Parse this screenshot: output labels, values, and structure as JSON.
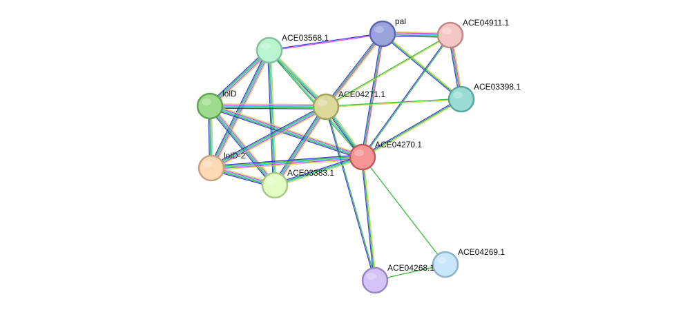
{
  "network": {
    "nodes": [
      {
        "id": "pal",
        "label": "pal",
        "fill": "#9aa3dc",
        "stroke": "#5a64b0"
      },
      {
        "id": "ACE04911.1",
        "label": "ACE04911.1",
        "fill": "#f4c7c7",
        "stroke": "#c08787"
      },
      {
        "id": "ACE03568.1",
        "label": "ACE03568.1",
        "fill": "#b9f3cf",
        "stroke": "#7fc19a"
      },
      {
        "id": "lolD",
        "label": "lolD",
        "fill": "#9edb8e",
        "stroke": "#5ea64e"
      },
      {
        "id": "ACE04271.1",
        "label": "ACE04271.1",
        "fill": "#dcd99a",
        "stroke": "#a3a15c"
      },
      {
        "id": "ACE03398.1",
        "label": "ACE03398.1",
        "fill": "#9adcd4",
        "stroke": "#58a89f"
      },
      {
        "id": "ACE04270.1",
        "label": "ACE04270.1",
        "fill": "#f59595",
        "stroke": "#c05a5a"
      },
      {
        "id": "lolD-2",
        "label": "lolD-2",
        "fill": "#fdd9b5",
        "stroke": "#c7a27c"
      },
      {
        "id": "ACE03383.1",
        "label": "ACE03383.1",
        "fill": "#e2fcc4",
        "stroke": "#a6c787"
      },
      {
        "id": "ACE04269.1",
        "label": "ACE04269.1",
        "fill": "#c8e7fb",
        "stroke": "#8cb2c9"
      },
      {
        "id": "ACE04268.1",
        "label": "ACE04268.1",
        "fill": "#d3c4f5",
        "stroke": "#9887c4"
      }
    ],
    "edge_colors": {
      "text_mining": "#c8d64a",
      "coexpression": "#000000",
      "experiments": "#d23ad2",
      "databases": "#33b8e6",
      "neighborhood": "#21b521",
      "cooccurrence": "#2a2ae0"
    },
    "edges": [
      {
        "a": "pal",
        "b": "ACE04911.1",
        "types": [
          "text_mining",
          "experiments",
          "databases",
          "neighborhood",
          "cooccurrence"
        ]
      },
      {
        "a": "pal",
        "b": "ACE03568.1",
        "types": [
          "experiments",
          "cooccurrence"
        ]
      },
      {
        "a": "pal",
        "b": "ACE04271.1",
        "types": [
          "text_mining",
          "experiments",
          "neighborhood",
          "cooccurrence"
        ]
      },
      {
        "a": "pal",
        "b": "ACE03398.1",
        "types": [
          "text_mining",
          "neighborhood",
          "cooccurrence"
        ]
      },
      {
        "a": "pal",
        "b": "ACE04270.1",
        "types": [
          "experiments",
          "neighborhood",
          "cooccurrence"
        ]
      },
      {
        "a": "ACE04911.1",
        "b": "ACE03398.1",
        "types": [
          "text_mining",
          "experiments",
          "neighborhood",
          "cooccurrence"
        ]
      },
      {
        "a": "ACE04911.1",
        "b": "ACE04271.1",
        "types": [
          "text_mining",
          "neighborhood"
        ]
      },
      {
        "a": "ACE04911.1",
        "b": "ACE04270.1",
        "types": [
          "neighborhood",
          "cooccurrence"
        ]
      },
      {
        "a": "ACE03398.1",
        "b": "ACE04271.1",
        "types": [
          "text_mining",
          "neighborhood"
        ]
      },
      {
        "a": "ACE03398.1",
        "b": "ACE04270.1",
        "types": [
          "text_mining",
          "neighborhood",
          "cooccurrence"
        ]
      },
      {
        "a": "ACE03568.1",
        "b": "lolD",
        "types": [
          "text_mining",
          "experiments",
          "databases",
          "neighborhood",
          "cooccurrence"
        ]
      },
      {
        "a": "ACE03568.1",
        "b": "ACE04271.1",
        "types": [
          "text_mining",
          "databases",
          "neighborhood",
          "cooccurrence"
        ]
      },
      {
        "a": "ACE03568.1",
        "b": "ACE04270.1",
        "types": [
          "text_mining",
          "databases",
          "neighborhood"
        ]
      },
      {
        "a": "ACE03568.1",
        "b": "lolD-2",
        "types": [
          "text_mining",
          "experiments",
          "databases",
          "neighborhood",
          "cooccurrence"
        ]
      },
      {
        "a": "ACE03568.1",
        "b": "ACE03383.1",
        "types": [
          "text_mining",
          "databases",
          "neighborhood",
          "cooccurrence"
        ]
      },
      {
        "a": "lolD",
        "b": "ACE04271.1",
        "types": [
          "text_mining",
          "experiments",
          "databases",
          "neighborhood",
          "cooccurrence"
        ]
      },
      {
        "a": "lolD",
        "b": "ACE04270.1",
        "types": [
          "text_mining",
          "experiments",
          "databases",
          "neighborhood",
          "cooccurrence"
        ]
      },
      {
        "a": "lolD",
        "b": "lolD-2",
        "types": [
          "text_mining",
          "databases",
          "neighborhood",
          "cooccurrence"
        ]
      },
      {
        "a": "lolD",
        "b": "ACE03383.1",
        "types": [
          "text_mining",
          "experiments",
          "databases",
          "neighborhood",
          "cooccurrence"
        ]
      },
      {
        "a": "ACE04271.1",
        "b": "ACE04270.1",
        "types": [
          "text_mining",
          "databases",
          "neighborhood",
          "cooccurrence"
        ]
      },
      {
        "a": "ACE04271.1",
        "b": "lolD-2",
        "types": [
          "text_mining",
          "experiments",
          "databases",
          "neighborhood",
          "cooccurrence"
        ]
      },
      {
        "a": "ACE04271.1",
        "b": "ACE03383.1",
        "types": [
          "text_mining",
          "experiments",
          "databases",
          "neighborhood",
          "cooccurrence"
        ]
      },
      {
        "a": "ACE04271.1",
        "b": "ACE04268.1",
        "types": [
          "neighborhood",
          "cooccurrence"
        ]
      },
      {
        "a": "ACE04270.1",
        "b": "lolD-2",
        "types": [
          "text_mining",
          "experiments",
          "databases",
          "neighborhood",
          "cooccurrence"
        ]
      },
      {
        "a": "ACE04270.1",
        "b": "ACE03383.1",
        "types": [
          "text_mining",
          "databases",
          "neighborhood",
          "cooccurrence"
        ]
      },
      {
        "a": "ACE04270.1",
        "b": "ACE04268.1",
        "types": [
          "text_mining",
          "neighborhood",
          "cooccurrence"
        ]
      },
      {
        "a": "ACE04270.1",
        "b": "ACE04269.1",
        "types": [
          "neighborhood"
        ]
      },
      {
        "a": "lolD-2",
        "b": "ACE03383.1",
        "types": [
          "text_mining",
          "experiments",
          "databases",
          "neighborhood",
          "cooccurrence"
        ]
      },
      {
        "a": "ACE04268.1",
        "b": "ACE04269.1",
        "types": [
          "neighborhood"
        ]
      }
    ]
  }
}
